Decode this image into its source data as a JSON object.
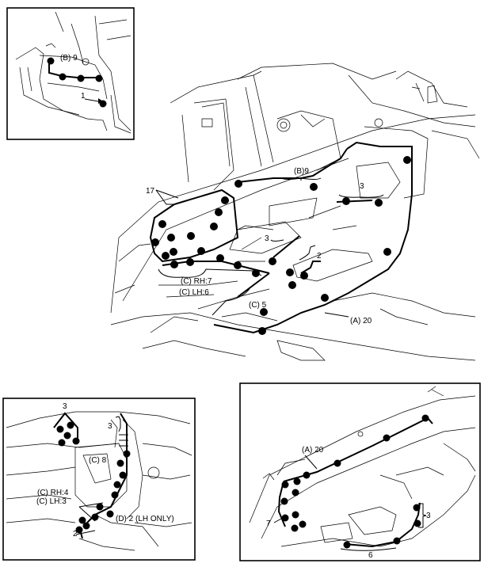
{
  "inset_top_left": {
    "label_b9": "(B) 9",
    "label_1": "1"
  },
  "main_view": {
    "label_17": "17",
    "label_b9": "(B)9",
    "label_3a": "3",
    "label_3b": "3",
    "label_2": "2",
    "label_c_rh7": "(C) RH:7",
    "label_c_lh6": "(C) LH:6",
    "label_c5": "(C) 5",
    "label_a20": "(A) 20"
  },
  "inset_bottom_left": {
    "label_3a": "3",
    "label_3b": "3",
    "label_c8": "(C) 8",
    "label_c_rh4": "(C) RH:4",
    "label_c_lh3": "(C) LH:3",
    "label_d2": "(D) 2 (LH ONLY)",
    "label_2": "2"
  },
  "inset_bottom_right": {
    "label_a20": "(A) 20",
    "label_7": "7",
    "label_3": "3",
    "label_6": "6"
  }
}
